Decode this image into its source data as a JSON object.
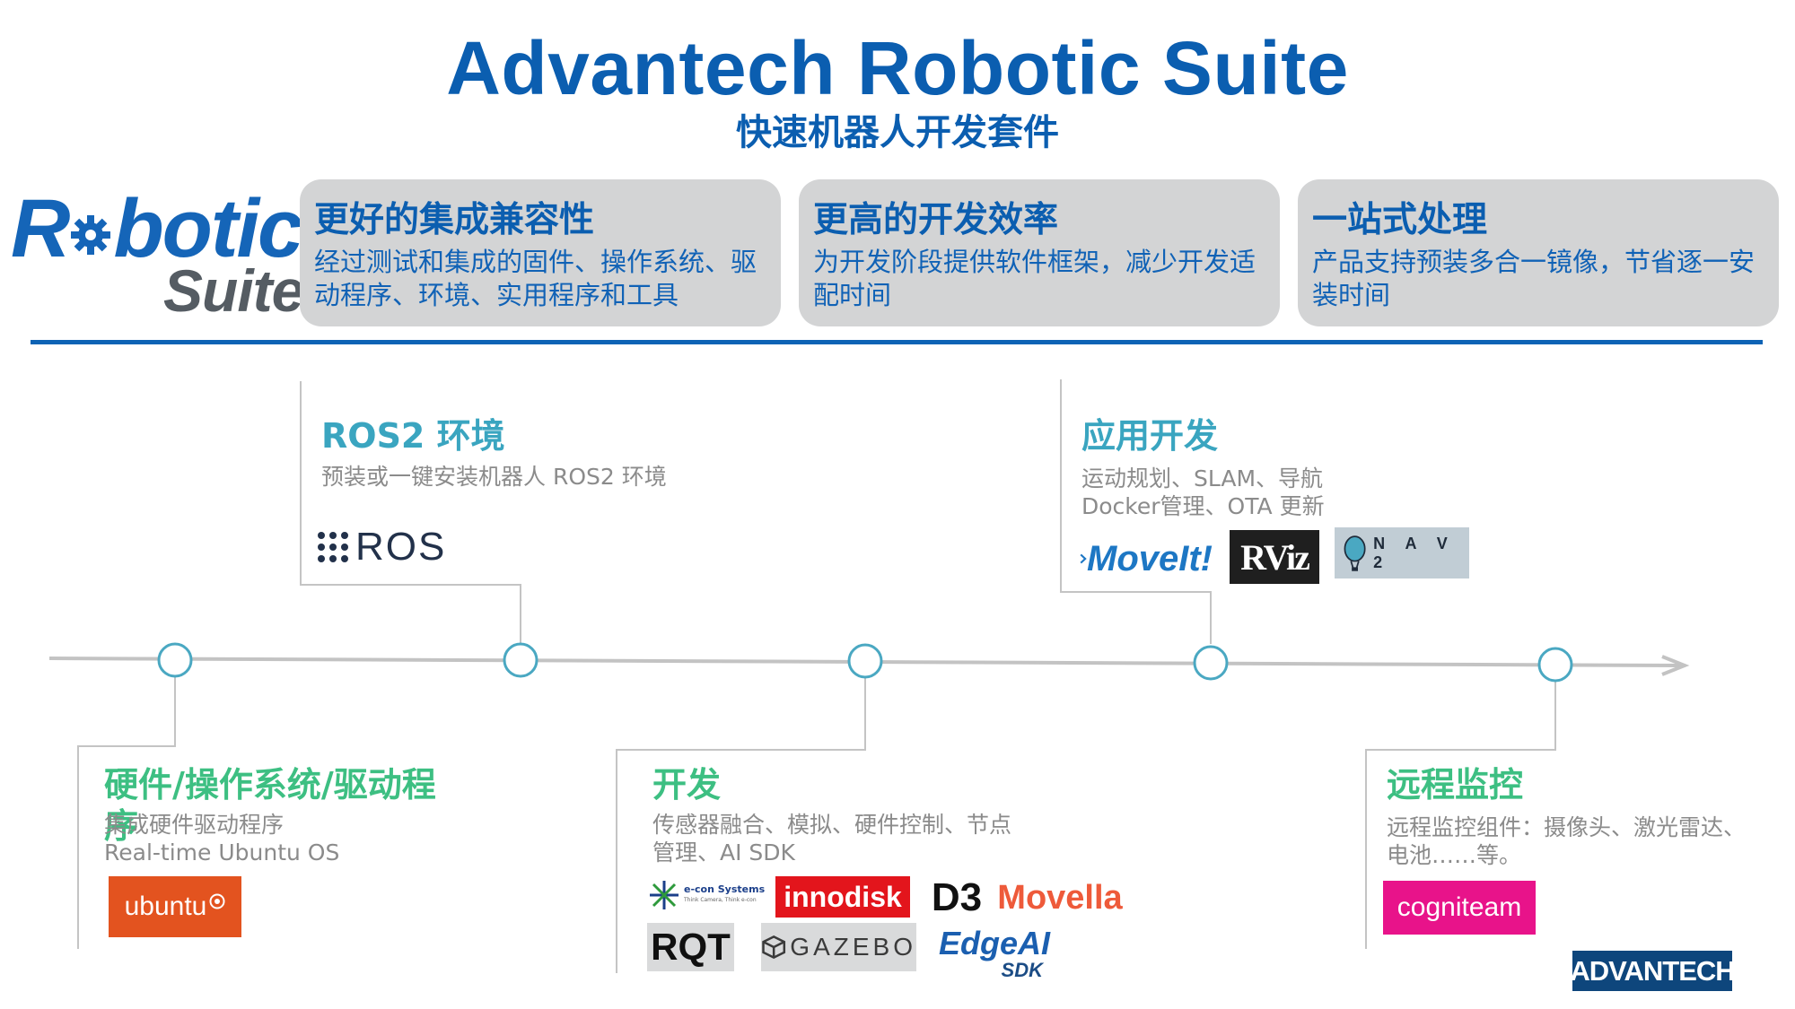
{
  "header": {
    "title": "Advantech Robotic Suite",
    "subtitle": "快速机器人开发套件"
  },
  "brand_logo": {
    "line1_pre": "R",
    "line1_post": "botic",
    "line2": "Suite"
  },
  "cards": [
    {
      "title": "更好的集成兼容性",
      "desc": "经过测试和集成的固件、操作系统、驱动程序、环境、实用程序和工具"
    },
    {
      "title": "更高的开发效率",
      "desc": "为开发阶段提供软件框架，减少开发适配时间"
    },
    {
      "title": "一站式处理",
      "desc": "产品支持预装多合一镜像，节省逐一安装时间"
    }
  ],
  "timeline": {
    "hardware": {
      "title": "硬件/操作系统/驱动程序",
      "desc1": "集成硬件驱动程序",
      "desc2": "Real-time Ubuntu OS"
    },
    "ros2": {
      "title": "ROS2 环境",
      "desc": "预装或一键安装机器人 ROS2 环境"
    },
    "develop": {
      "title": "开发",
      "desc": "传感器融合、模拟、硬件控制、节点管理、AI SDK"
    },
    "app": {
      "title": "应用开发",
      "desc1": "运动规划、SLAM、导航",
      "desc2": "Docker管理、OTA 更新"
    },
    "remote": {
      "title": "远程监控",
      "desc": "远程监控组件：摄像头、激光雷达、电池……等。"
    }
  },
  "logos": {
    "ubuntu": "ubuntu",
    "ros": "ROS",
    "moveit": "MoveIt!",
    "rviz": "RViz",
    "nav2": "N A V 2",
    "econ": "e-con Systems",
    "econ_tag": "Think Camera, Think e-con",
    "innodisk": "innodisk",
    "d3": "D3",
    "movella": "Movella",
    "rqt": "RQT",
    "gazebo": "GAZEBO",
    "edgeai": "EdgeAI",
    "edgeai_sub": "SDK",
    "cogniteam": "cogniteam",
    "advantech": "ADVANTECH"
  },
  "colors": {
    "primary_blue": "#0b5eb0",
    "teal": "#3aa5c0",
    "green": "#3dbf82",
    "timeline_gray": "#bdbdbd",
    "card_gray": "#d3d4d5"
  }
}
